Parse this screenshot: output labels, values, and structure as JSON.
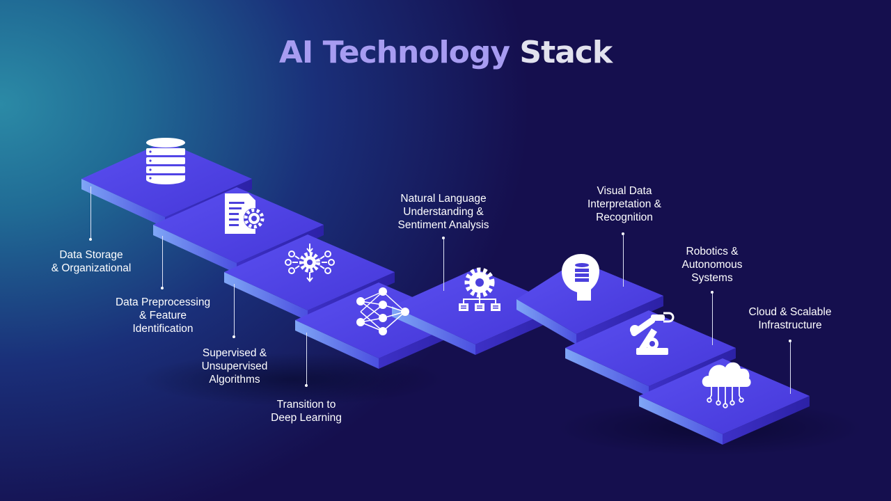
{
  "title": {
    "part1": "AI Technology",
    "part2": "Stack"
  },
  "steps": [
    {
      "label": "Data Storage\n& Organizational",
      "icon": "database-icon"
    },
    {
      "label": "Data Preprocessing\n& Feature\nIdentification",
      "icon": "document-gear-icon"
    },
    {
      "label": "Supervised &\nUnsupervised\nAlgorithms",
      "icon": "algorithm-gear-icon"
    },
    {
      "label": "Transition to\nDeep Learning",
      "icon": "neural-network-icon"
    },
    {
      "label": "Natural Language\nUnderstanding &\nSentiment Analysis",
      "icon": "gear-hierarchy-icon"
    },
    {
      "label": "Visual Data\nInterpretation &\nRecognition",
      "icon": "head-database-icon"
    },
    {
      "label": "Robotics &\nAutonomous\nSystems",
      "icon": "robot-arm-icon"
    },
    {
      "label": "Cloud & Scalable\nInfrastructure",
      "icon": "cloud-circuit-icon"
    }
  ],
  "colors": {
    "plate_top": "#5346e6",
    "plate_front": "#3a2ec4",
    "plate_side": "#6f86f2",
    "background": "#150f4e",
    "title_accent": "#a79cf1"
  }
}
